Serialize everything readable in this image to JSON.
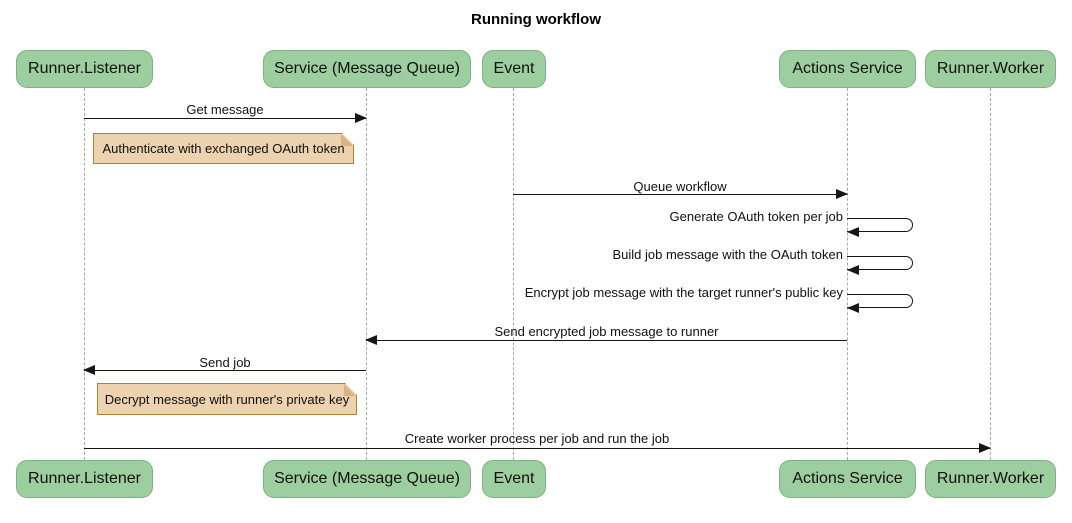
{
  "title": "Running workflow",
  "diagram_type": "sequence-diagram",
  "colors": {
    "background": "#ffffff",
    "actor_fill": "#9dce9f",
    "actor_border": "#7fb183",
    "note_fill": "#ecd2ae",
    "note_border": "#aa8239",
    "lifeline": "#a9a9a9",
    "line": "#161616",
    "text": "#111111"
  },
  "participants": [
    {
      "label": "Runner.Listener"
    },
    {
      "label": "Service (Message Queue)"
    },
    {
      "label": "Event"
    },
    {
      "label": "Actions Service"
    },
    {
      "label": "Runner.Worker"
    }
  ],
  "messages": [
    {
      "type": "arrow",
      "from": "Runner.Listener",
      "to": "Service (Message Queue)",
      "label": "Get message"
    },
    {
      "type": "note",
      "over": "Runner.Listener",
      "label": "Authenticate with exchanged OAuth token"
    },
    {
      "type": "arrow",
      "from": "Event",
      "to": "Actions Service",
      "label": "Queue workflow"
    },
    {
      "type": "self",
      "on": "Actions Service",
      "label": "Generate OAuth token per job"
    },
    {
      "type": "self",
      "on": "Actions Service",
      "label": "Build job message with the OAuth token"
    },
    {
      "type": "self",
      "on": "Actions Service",
      "label": "Encrypt job message with the target runner's public key"
    },
    {
      "type": "arrow",
      "from": "Actions Service",
      "to": "Service (Message Queue)",
      "label": "Send encrypted job message to runner"
    },
    {
      "type": "arrow",
      "from": "Service (Message Queue)",
      "to": "Runner.Listener",
      "label": "Send job"
    },
    {
      "type": "note",
      "over": "Runner.Listener",
      "label": "Decrypt message with runner's private key"
    },
    {
      "type": "arrow",
      "from": "Runner.Listener",
      "to": "Runner.Worker",
      "label": "Create worker process per job and run the job"
    }
  ]
}
